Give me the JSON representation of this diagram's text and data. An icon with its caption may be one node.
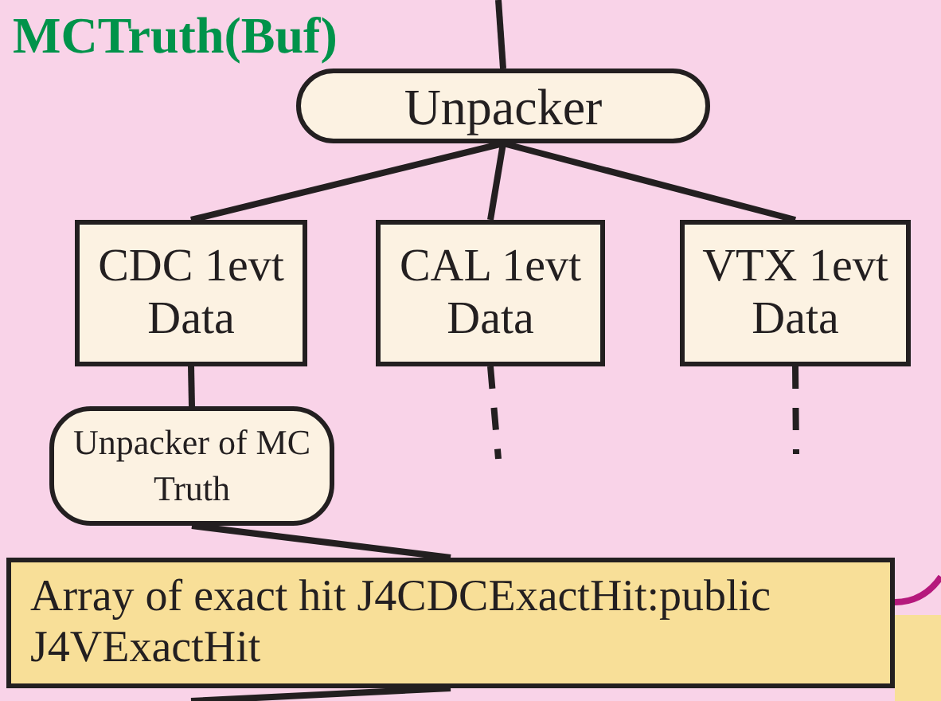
{
  "diagram": {
    "title": "MCTruth(Buf)",
    "nodes": [
      {
        "text": [
          "Unpacker"
        ]
      },
      {
        "text": [
          "CDC 1evt Data"
        ]
      },
      {
        "text": [
          "CAL 1evt Data"
        ]
      },
      {
        "text": [
          "VTX 1evt Data"
        ]
      },
      {
        "text": [
          "Unpacker of MC Truth"
        ]
      },
      {
        "text": [
          "Array of exact hit J4CDCExactHit:public J4VExactHit"
        ]
      }
    ],
    "edges": [
      {
        "from": null,
        "to": 0,
        "arrow": "none"
      },
      {
        "from": 0,
        "to": 1,
        "arrow": "none"
      },
      {
        "from": 0,
        "to": 2,
        "arrow": "none"
      },
      {
        "from": 0,
        "to": 3,
        "arrow": "none"
      },
      {
        "from": 1,
        "to": 4,
        "arrow": "none"
      },
      {
        "from": 2,
        "to": null,
        "arrow": "none",
        "style": "dashed"
      },
      {
        "from": 3,
        "to": null,
        "arrow": "none",
        "style": "dashed"
      },
      {
        "from": 4,
        "to": 5,
        "arrow": "none"
      },
      {
        "from": 5,
        "to": null,
        "arrow": "none"
      }
    ]
  }
}
